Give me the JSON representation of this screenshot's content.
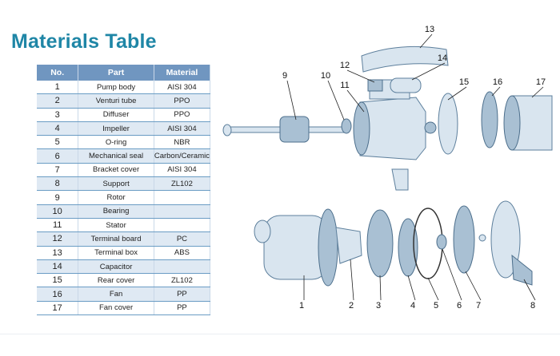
{
  "title": "Materials Table",
  "table": {
    "headers": [
      "No.",
      "Part",
      "Material"
    ],
    "rows": [
      [
        "1",
        "Pump body",
        "AISI 304"
      ],
      [
        "2",
        "Venturi tube",
        "PPO"
      ],
      [
        "3",
        "Diffuser",
        "PPO"
      ],
      [
        "4",
        "Impeller",
        "AISI 304"
      ],
      [
        "5",
        "O-ring",
        "NBR"
      ],
      [
        "6",
        "Mechanical seal",
        "Carbon/Ceramic"
      ],
      [
        "7",
        "Bracket cover",
        "AISI 304"
      ],
      [
        "8",
        "Support",
        "ZL102"
      ],
      [
        "9",
        "Rotor",
        ""
      ],
      [
        "10",
        "Bearing",
        ""
      ],
      [
        "11",
        "Stator",
        ""
      ],
      [
        "12",
        "Terminal board",
        "PC"
      ],
      [
        "13",
        "Terminal box",
        "ABS"
      ],
      [
        "14",
        "Capacitor",
        ""
      ],
      [
        "15",
        "Rear cover",
        "ZL102"
      ],
      [
        "16",
        "Fan",
        "PP"
      ],
      [
        "17",
        "Fan cover",
        "PP"
      ]
    ]
  },
  "diagram_labels": {
    "top": [
      "9",
      "10",
      "11",
      "12",
      "13",
      "14",
      "15",
      "16",
      "17"
    ],
    "bottom": [
      "1",
      "2",
      "3",
      "4",
      "5",
      "6",
      "7",
      "8"
    ]
  }
}
